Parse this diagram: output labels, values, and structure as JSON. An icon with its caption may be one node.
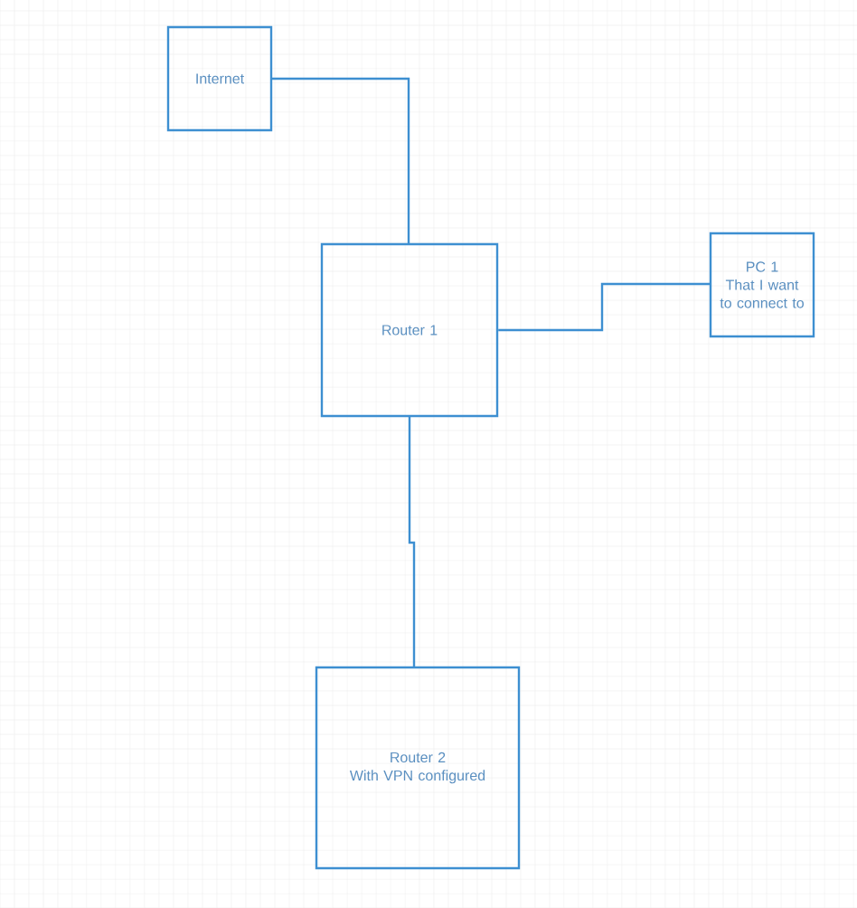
{
  "diagram": {
    "nodes": [
      {
        "text": [
          "Internet"
        ]
      },
      {
        "text": [
          "Router 1"
        ]
      },
      {
        "text": [
          "PC 1",
          "That I want to connect to"
        ]
      },
      {
        "text": [
          "Router 2",
          "With VPN configured"
        ]
      }
    ],
    "edges": [
      {
        "from": 0,
        "to": 1,
        "arrow": "none"
      },
      {
        "from": 1,
        "to": 2,
        "arrow": "none"
      },
      {
        "from": 1,
        "to": 3,
        "arrow": "none"
      }
    ]
  }
}
